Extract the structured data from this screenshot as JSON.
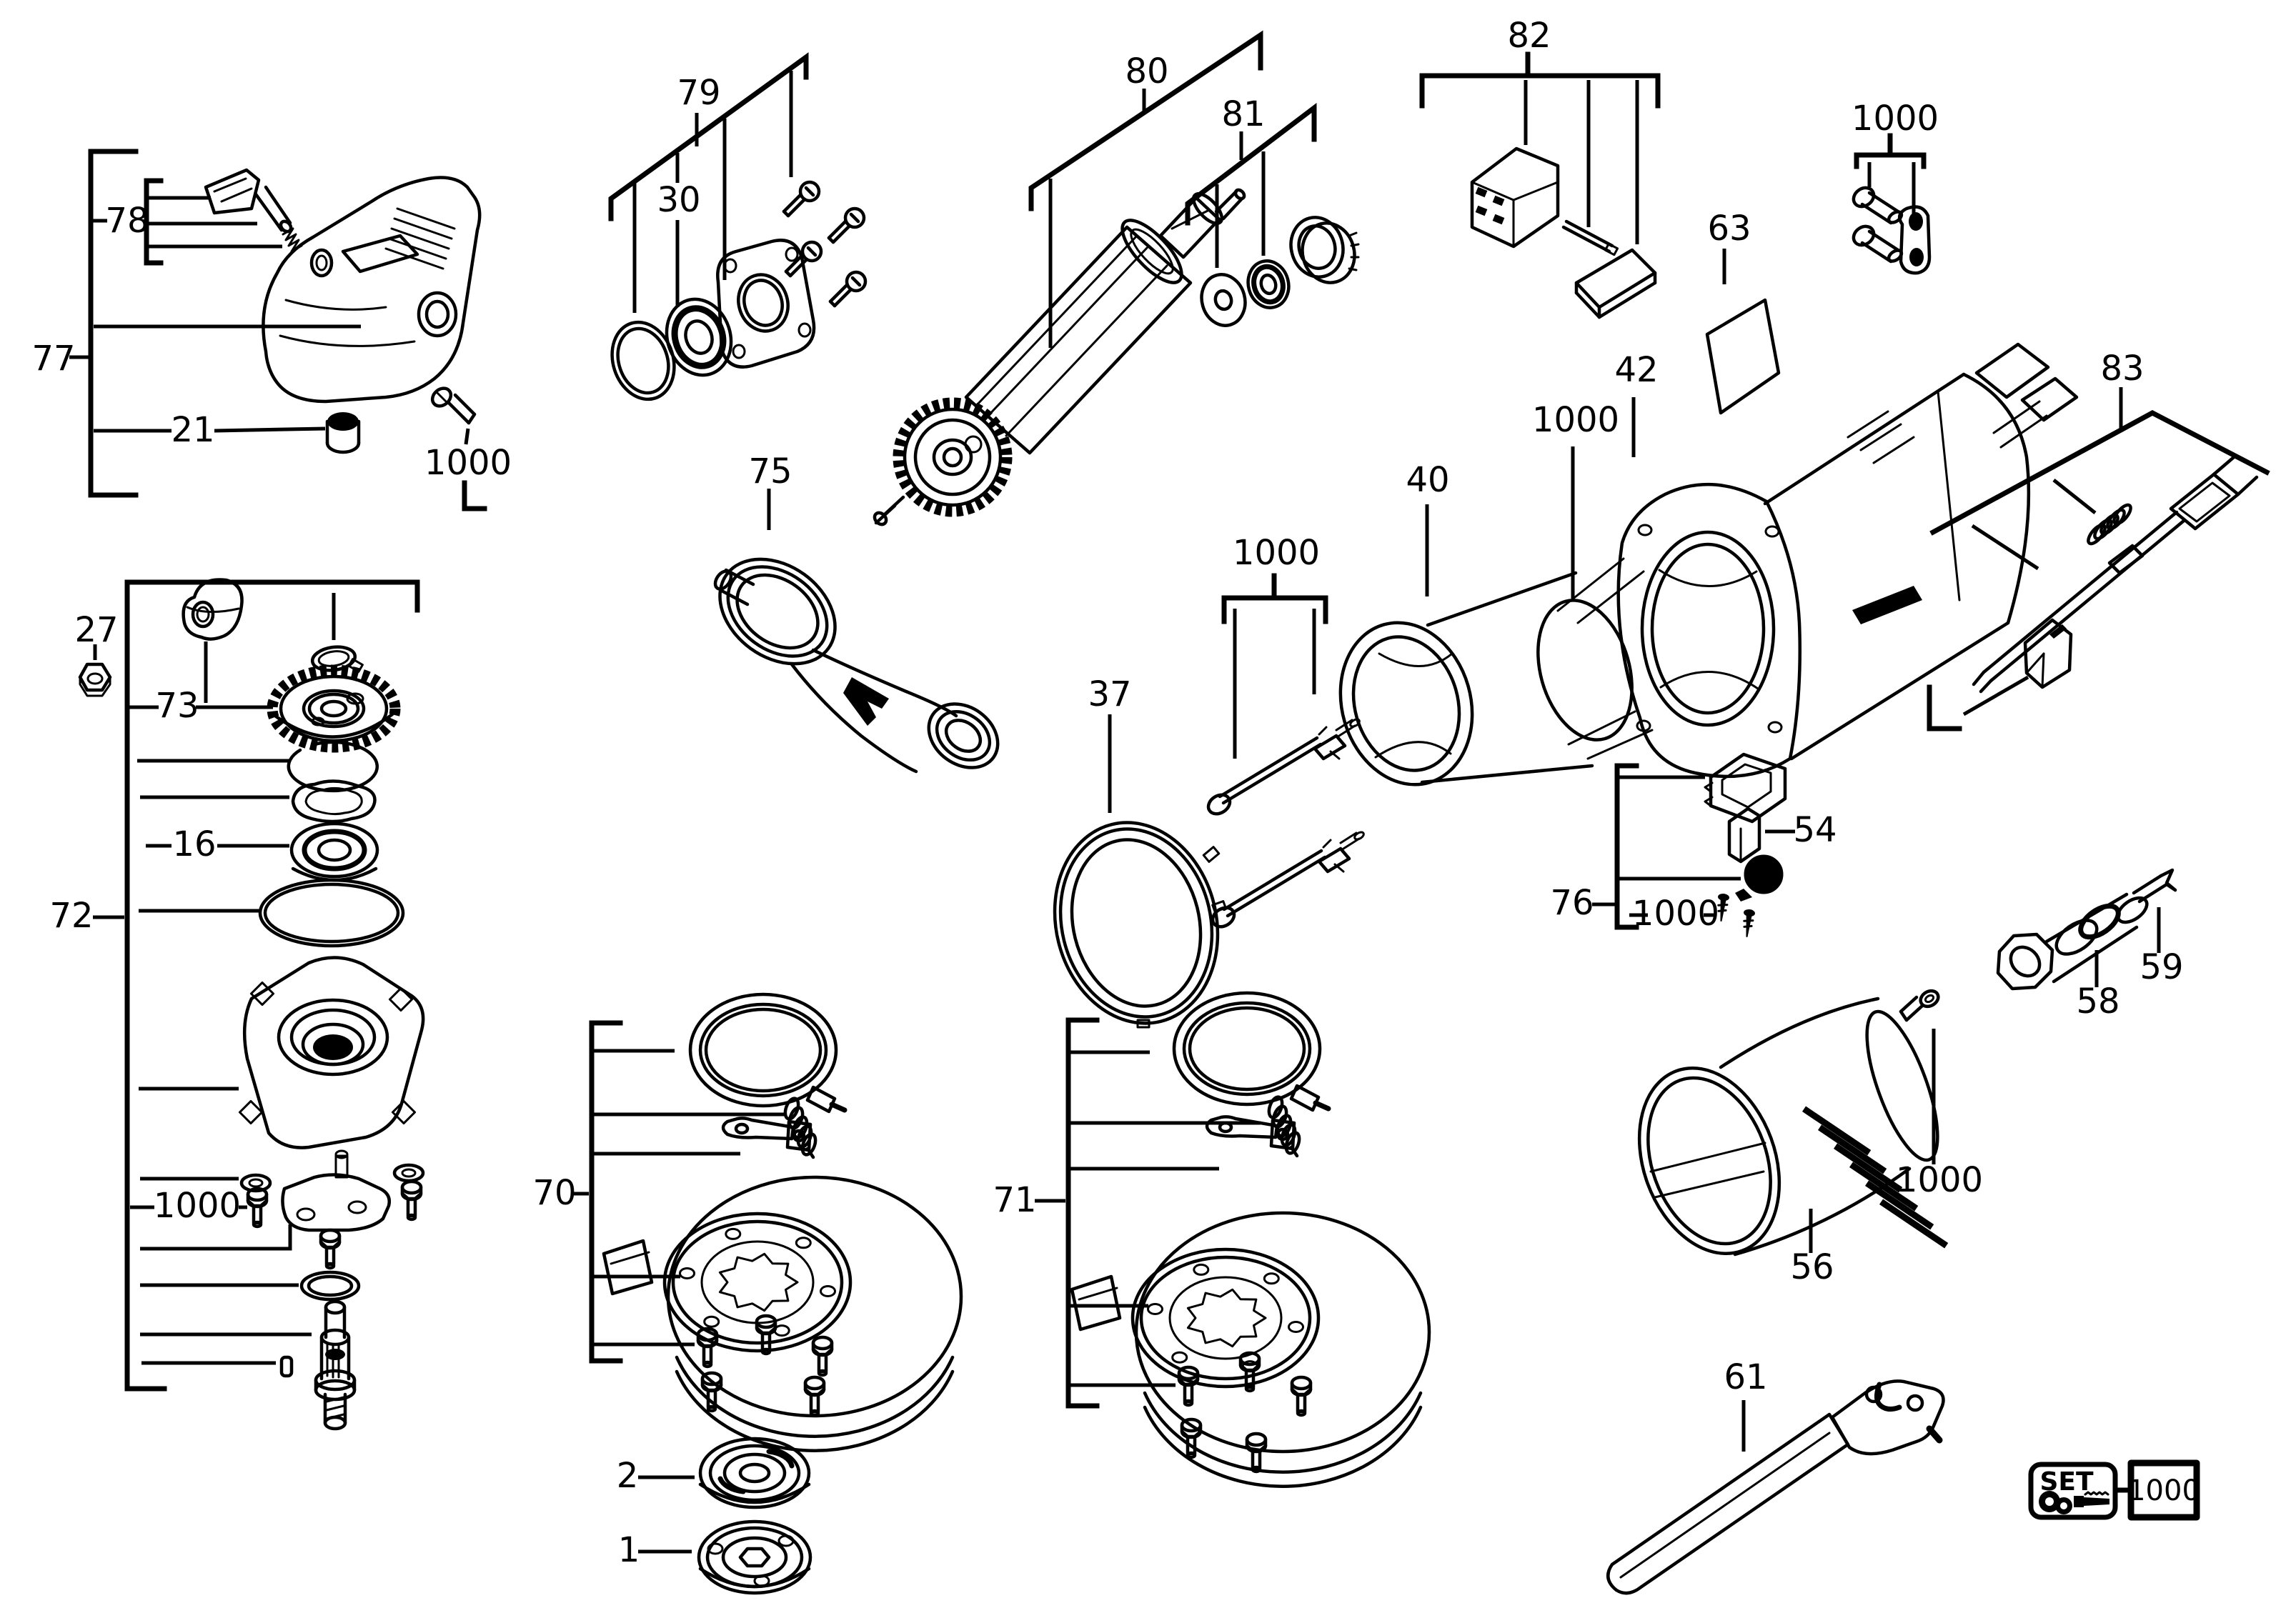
{
  "diagram": {
    "kind": "exploded-parts-diagram",
    "callouts": [
      {
        "text": "78",
        "depicts": "lock-lever-knob-set"
      },
      {
        "text": "77",
        "depicts": "switch-cover-assembly"
      },
      {
        "text": "21",
        "depicts": "bushing"
      },
      {
        "text": "1000",
        "depicts": "screw"
      },
      {
        "text": "79",
        "depicts": "bearing-retainer-set"
      },
      {
        "text": "30",
        "depicts": "ball-bearing"
      },
      {
        "text": "80",
        "depicts": "armature-assembly"
      },
      {
        "text": "81",
        "depicts": "bearing-washer-set"
      },
      {
        "text": "82",
        "depicts": "switch-set"
      },
      {
        "text": "1000",
        "depicts": "bolt-and-clamp-set"
      },
      {
        "text": "63",
        "depicts": "nameplate"
      },
      {
        "text": "42",
        "depicts": "motor-housing"
      },
      {
        "text": "1000",
        "depicts": "fastener"
      },
      {
        "text": "83",
        "depicts": "switch-slider-set"
      },
      {
        "text": "75",
        "depicts": "side-handle"
      },
      {
        "text": "40",
        "depicts": "field-stator"
      },
      {
        "text": "1000",
        "depicts": "long-screw-set"
      },
      {
        "text": "37",
        "depicts": "baffle-ring"
      },
      {
        "text": "27",
        "depicts": "hex-nut"
      },
      {
        "text": "73",
        "depicts": "bevel-gear-set"
      },
      {
        "text": "16",
        "depicts": "ball-bearing"
      },
      {
        "text": "72",
        "depicts": "gear-case-assembly"
      },
      {
        "text": "1000",
        "depicts": "screw-set"
      },
      {
        "text": "76",
        "depicts": "brush-holder-set"
      },
      {
        "text": "54",
        "depicts": "carbon-brush"
      },
      {
        "text": "1000",
        "depicts": "screw-set"
      },
      {
        "text": "59",
        "depicts": "power-cord"
      },
      {
        "text": "58",
        "depicts": "cord-protector"
      },
      {
        "text": "70",
        "depicts": "wheel-guard-assembly"
      },
      {
        "text": "71",
        "depicts": "wheel-guard-assembly"
      },
      {
        "text": "56",
        "depicts": "motor-housing-cover"
      },
      {
        "text": "1000",
        "depicts": "screw"
      },
      {
        "text": "61",
        "depicts": "pin-wrench"
      },
      {
        "text": "2",
        "depicts": "lock-nut"
      },
      {
        "text": "1",
        "depicts": "inner-flange"
      },
      {
        "text": "SET",
        "depicts": "hardware-set-box"
      },
      {
        "text": "1000",
        "depicts": "set-reference"
      }
    ]
  }
}
